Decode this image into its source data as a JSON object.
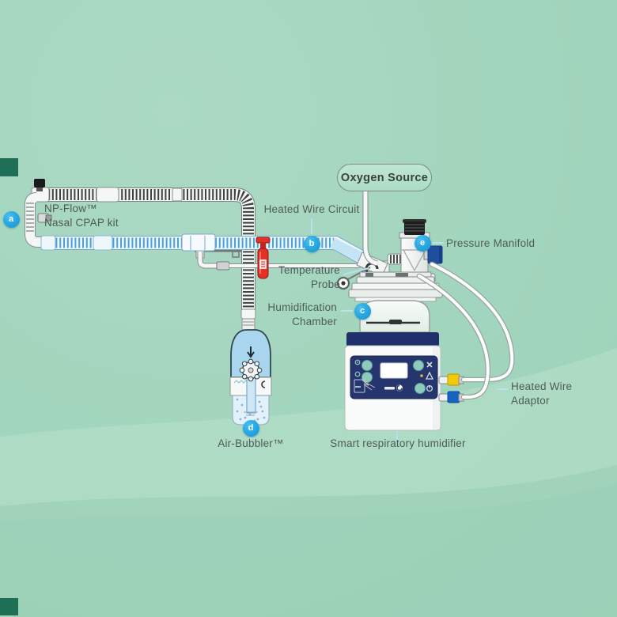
{
  "labels": {
    "np_flow_line1": "NP-Flow™",
    "np_flow_line2": "Nasal CPAP kit",
    "heated_wire_circuit": "Heated Wire Circuit",
    "oxygen_source": "Oxygen Source",
    "pressure_manifold": "Pressure Manifold",
    "temperature_probe_line1": "Temperature",
    "temperature_probe_line2": "Probe",
    "humidification_line1": "Humidification",
    "humidification_line2": "Chamber",
    "air_bubbler": "Air-Bubbler™",
    "smart_humidifier": "Smart respiratory humidifier",
    "heated_wire_adaptor_line1": "Heated Wire",
    "heated_wire_adaptor_line2": "Adaptor"
  },
  "badges": {
    "a": "a",
    "b": "b",
    "c": "c",
    "d": "d",
    "e": "e"
  },
  "colors": {
    "background": "#a2d5bd",
    "corner_mark": "#1e6f55",
    "badge_blue": "#29a9e1",
    "leader_line_blue": "#b9e0f2",
    "heated_tube_blue": "#4aa2da",
    "expiratory_tube_dark": "#3d4340",
    "clamp_red": "#e23127",
    "panel_navy": "#27356e",
    "device_band_navy": "#20306b",
    "yellow_connector": "#f4ca08",
    "blue_connector": "#1565c0",
    "bubbler_blue": "#a9d6ee",
    "label_text": "#4f5b56"
  }
}
